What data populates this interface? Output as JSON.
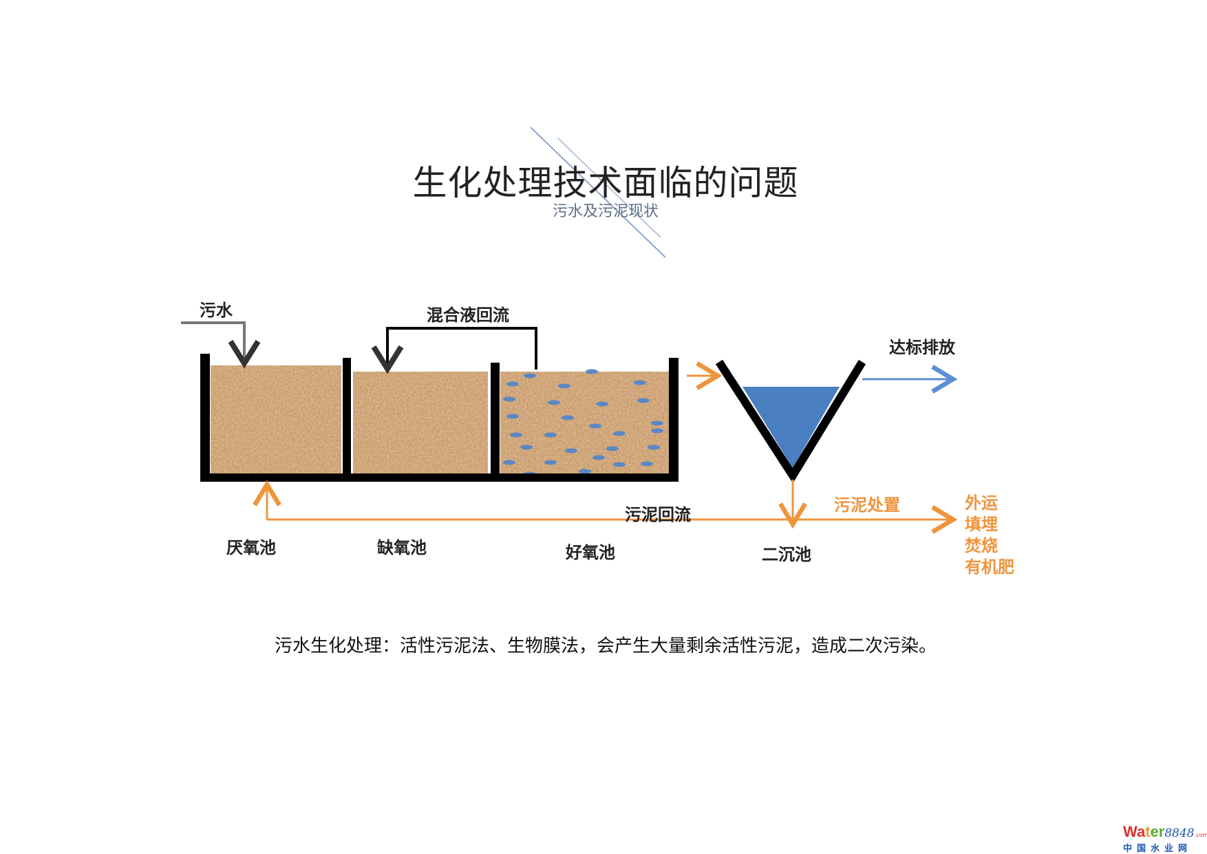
{
  "header": {
    "title": "生化处理技术面临的问题",
    "subtitle": "污水及污泥现状"
  },
  "diagram": {
    "inflow": "污水",
    "mixed_liquor_return": "混合液回流",
    "discharge": "达标排放",
    "sludge_return": "污泥回流",
    "sludge_disposal": "污泥处置",
    "disposal_options": [
      "外运",
      "填埋",
      "焚烧",
      "有机肥"
    ],
    "tanks": [
      "厌氧池",
      "缺氧池",
      "好氧池",
      "二沉池"
    ]
  },
  "caption": "污水生化处理：活性污泥法、生物膜法，会产生大量剩余活性污泥，造成二次污染。",
  "logo": {
    "brand": "Water",
    "number": "8848",
    "suffix": ".com",
    "cn": "中国水业网"
  },
  "colors": {
    "sludge": "#b9824f",
    "water": "#4a7fc1",
    "orange": "#f0943c",
    "blue_arrow": "#5b8fd6"
  }
}
